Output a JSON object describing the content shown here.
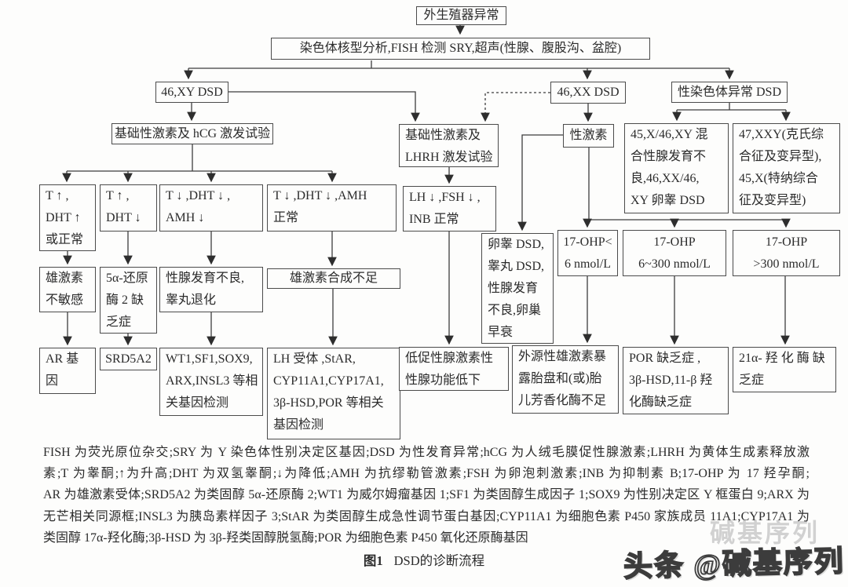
{
  "colors": {
    "ink": "#2b2b2b",
    "line": "#3c3c3c",
    "background": "#fdfdfc"
  },
  "boxes": {
    "root": {
      "text": "外生殖器异常"
    },
    "karyotype": {
      "text": "染色体核型分析,FISH 检测 SRY,超声(性腺、腹股沟、盆腔)"
    },
    "xy_dsd": {
      "text": "46,XY DSD"
    },
    "xx_dsd": {
      "text": "46,XX DSD"
    },
    "sca_dsd": {
      "text": "性染色体异常 DSD"
    },
    "hcg_test": {
      "text": "基础性激素及 hCG 激发试验"
    },
    "lhrh_test": {
      "text": "基础性激素及\nLHRH 激发试验"
    },
    "sex_hormone": {
      "text": "性激素"
    },
    "mixed_gd": {
      "text": "45,X/46,XY 混\n合性腺发育不\n良,46,XX/46,\nXY 卵睾 DSD"
    },
    "klinefelter": {
      "text": "47,XXY(克氏综\n合征及变异型),\n45,X(特纳综合\n征及变异型)"
    },
    "t_up_dht_up": {
      "text": "T ↑ ,\nDHT ↑\n或正常"
    },
    "t_up_dht_down": {
      "text": "T ↑ ,\nDHT ↓"
    },
    "t_down_amh_down": {
      "text": "T ↓ ,DHT ↓ ,\nAMH ↓"
    },
    "t_down_amh_norm": {
      "text": "T ↓ ,DHT ↓ ,AMH\n正常"
    },
    "lh_fsh_low": {
      "text": "LH ↓ ,FSH ↓ ,\nINB 正常"
    },
    "ovotestis": {
      "text": "卵睾 DSD,\n睾丸 DSD,\n性腺发育\n不良,卵巢\n早衰"
    },
    "ohp_low": {
      "text": "17-OHP<\n6 nmol/L"
    },
    "ohp_mid": {
      "text": "17-OHP\n6~300 nmol/L"
    },
    "ohp_high": {
      "text": "17-OHP\n>300 nmol/L"
    },
    "ais": {
      "text": "雄激素\n不敏感"
    },
    "reductase_def": {
      "text": "5α-还原\n酶 2 缺\n乏症"
    },
    "gonadal_dysg": {
      "text": "性腺发育不良,\n睾丸退化"
    },
    "androgen_insuff": {
      "text": "雄激素合成不足"
    },
    "ar_test": {
      "text": "AR 基因\n检测"
    },
    "srd5a2": {
      "text": "SRD5A2"
    },
    "wt1_genes": {
      "text": "WT1,SF1,SOX9,\nARX,INSL3 等相\n关基因检测"
    },
    "lh_receptor_genes": {
      "text": "LH 受体 ,StAR,\nCYP11A1,CYP17A1,\n3β-HSD,POR 等相关\n基因检测"
    },
    "hypogonadotropic": {
      "text": "低促性腺激素性\n性腺功能低下"
    },
    "exogenous": {
      "text": "外源性雄激素暴\n露胎盘和(或)胎\n儿芳香化酶不足"
    },
    "por_def": {
      "text": "POR 缺乏症 ,\n3β-HSD,11-β 羟\n化酶缺乏症"
    },
    "ohd21_def": {
      "text": "21α- 羟 化 酶 缺\n乏症"
    }
  },
  "footnotes": {
    "lines": [
      "FISH 为荧光原位杂交;SRY 为 Y 染色体性别决定区基因;DSD 为性发育异常;hCG 为人绒毛膜促性腺激素;LHRH 为黄体生成素释放激",
      "素;T 为睾酮;↑为升高;DHT 为双氢睾酮;↓为降低;AMH 为抗缪勒管激素;FSH 为卵泡刺激素;INB 为抑制素 B;17-OHP 为 17 羟孕酮;",
      "AR 为雄激素受体;SRD5A2 为类固醇 5α-还原酶 2;WT1 为威尔姆瘤基因 1;SF1 为类固醇生成因子 1;SOX9 为性别决定区 Y 框蛋白 9;ARX 为",
      "无芒相关同源框;INSL3 为胰岛素样因子 3;StAR 为类固醇生成急性调节蛋白基因;CYP11A1 为细胞色素 P450 家族成员 11A1;CYP17A1 为",
      "类固醇 17α-羟化酶;3β-HSD 为 3β-羟类固醇脱氢酶;POR 为细胞色素 P450 氧化还原酶基因"
    ]
  },
  "figure_caption": {
    "label": "图1",
    "title": "DSD的诊断流程"
  },
  "watermark": {
    "text": "头条 @碱基序列",
    "ghost": "碱基序列"
  }
}
